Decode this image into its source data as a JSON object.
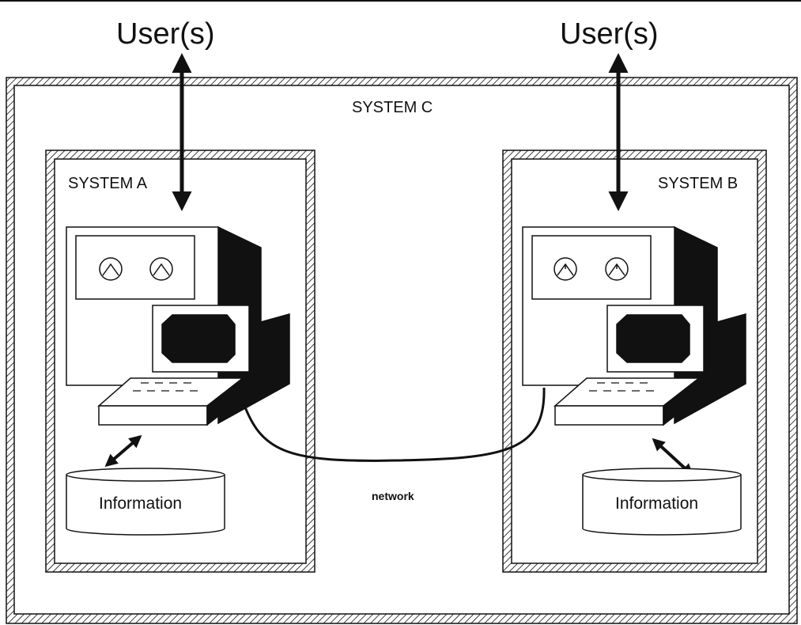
{
  "diagram": {
    "users_left": "User(s)",
    "users_right": "User(s)",
    "outer_system": "SYSTEM C",
    "system_a": "SYSTEM A",
    "system_b": "SYSTEM B",
    "info_a": "Information",
    "info_b": "Information",
    "network": "network"
  },
  "colors": {
    "ink": "#111111",
    "paper": "#ffffff"
  }
}
